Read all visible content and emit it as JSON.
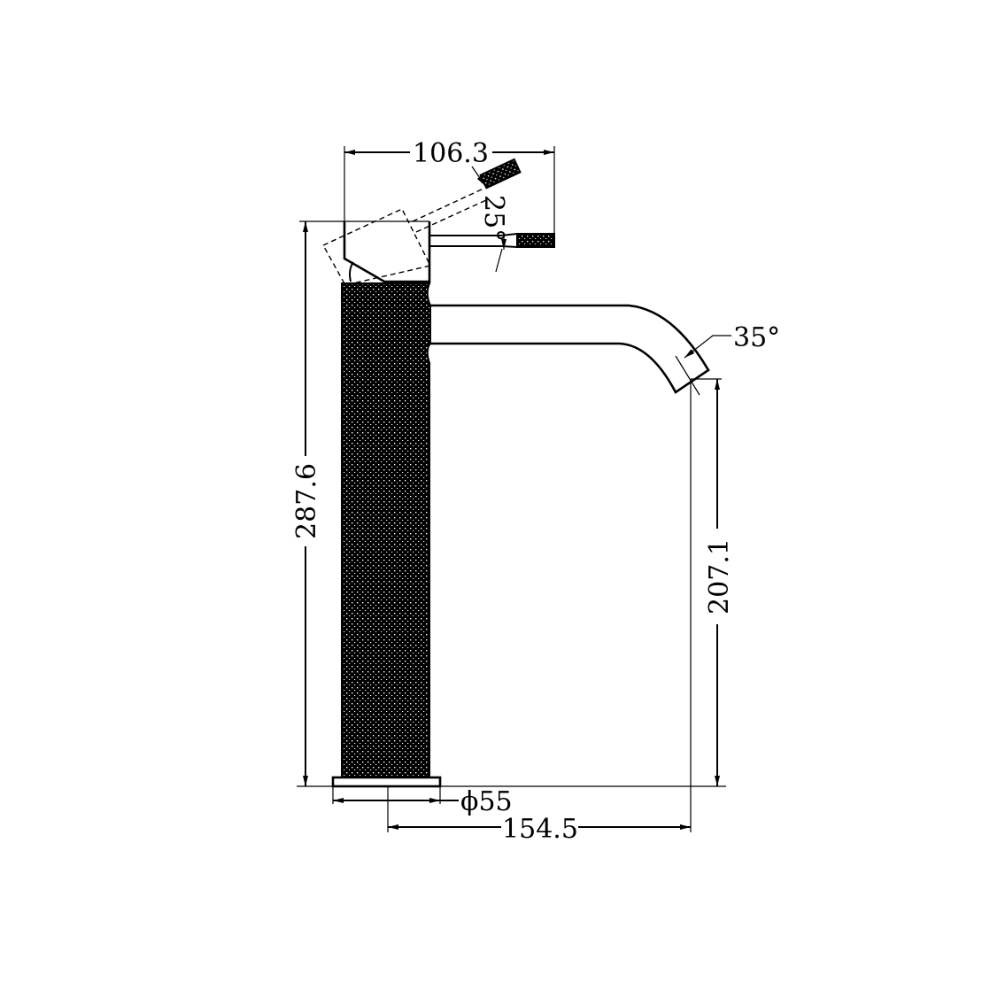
{
  "drawing": {
    "subject": "Tall basin mixer tap - side elevation",
    "colors": {
      "line": "#000000",
      "background": "#ffffff",
      "knurl": "#000000"
    },
    "dimensions": {
      "handle_reach": {
        "label": "106.3",
        "unit": "mm",
        "orientation": "horizontal"
      },
      "overall_height": {
        "label": "287.6",
        "unit": "mm",
        "orientation": "vertical"
      },
      "spout_height": {
        "label": "207.1",
        "unit": "mm",
        "orientation": "vertical"
      },
      "spout_reach": {
        "label": "154.5",
        "unit": "mm",
        "orientation": "horizontal"
      },
      "base_diameter": {
        "label": "ϕ55",
        "unit": "mm",
        "orientation": "horizontal"
      }
    },
    "angles": {
      "handle_rotation": {
        "label": "25°"
      },
      "spout_outlet": {
        "label": "35°"
      }
    }
  }
}
